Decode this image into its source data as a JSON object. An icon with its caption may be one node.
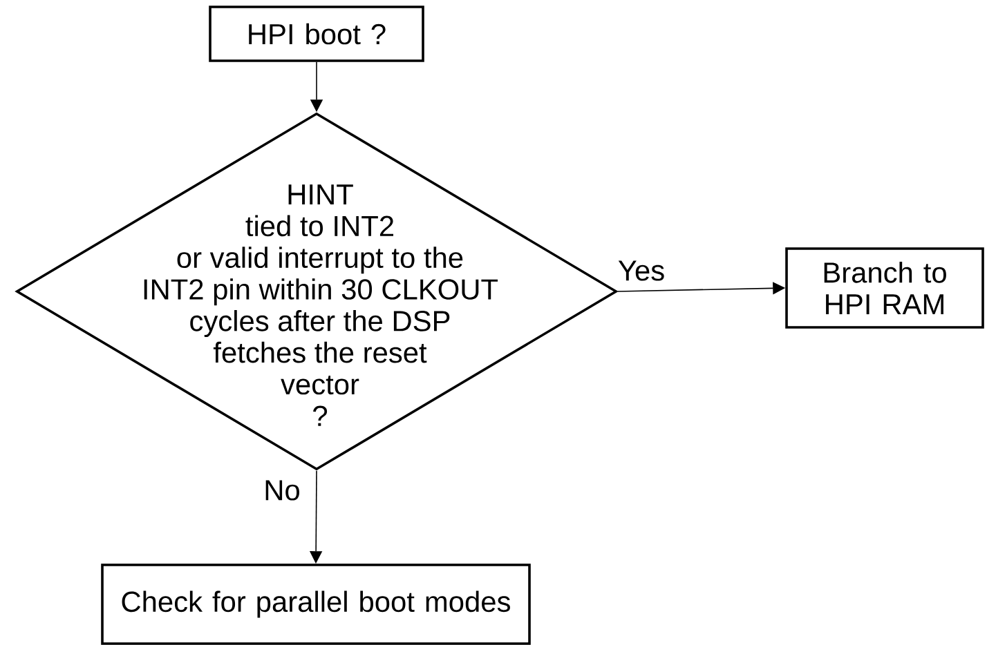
{
  "diagram": {
    "nodes": [
      {
        "text": [
          "HPI boot ?"
        ]
      },
      {
        "text": [
          "HINT tied to INT2 or valid interrupt to the INT2 pin within 30 CLKOUT cycles after the DSP fetches the reset vector ?"
        ]
      },
      {
        "text": [
          "Branch to HPI RAM"
        ]
      },
      {
        "text": [
          "Check for parallel boot modes"
        ]
      }
    ],
    "edges": [
      {
        "from": 0,
        "to": 1,
        "arrow": "to"
      },
      {
        "from": 1,
        "to": 2,
        "arrow": "to",
        "label": "Yes"
      },
      {
        "from": 1,
        "to": 3,
        "arrow": "to",
        "label": "No"
      }
    ]
  }
}
